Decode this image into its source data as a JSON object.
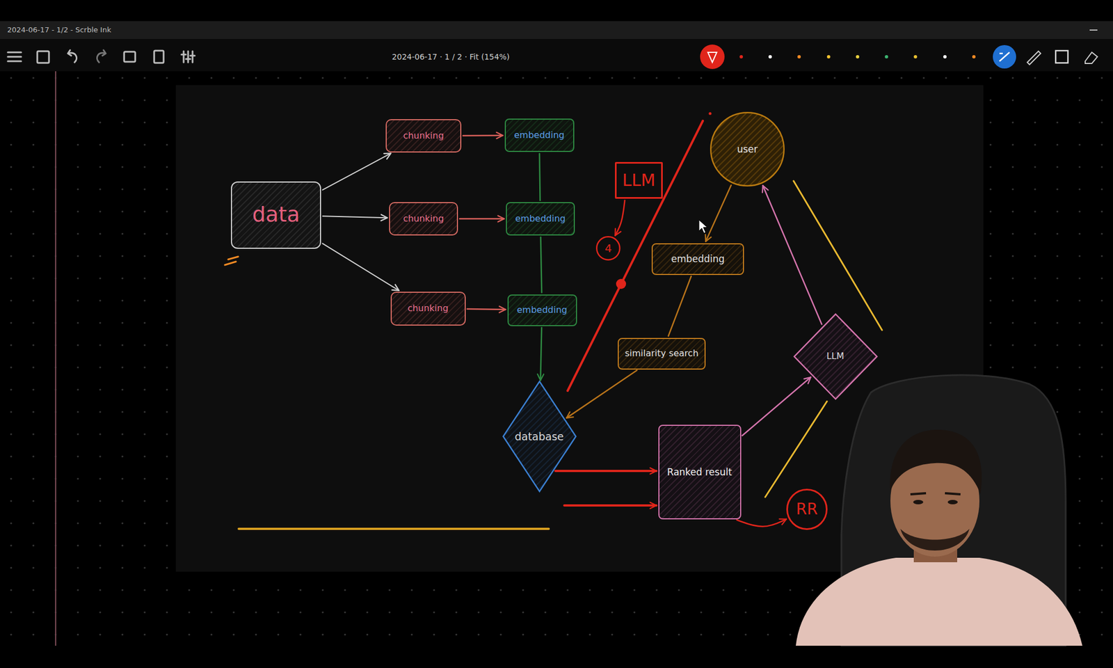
{
  "diagram": {
    "nodes": [
      {
        "text": [
          "data"
        ]
      },
      {
        "text": [
          "chunking"
        ]
      },
      {
        "text": [
          "chunking"
        ]
      },
      {
        "text": [
          "chunking"
        ]
      },
      {
        "text": [
          "embedding"
        ]
      },
      {
        "text": [
          "embedding"
        ]
      },
      {
        "text": [
          "embedding"
        ]
      },
      {
        "text": [
          "database"
        ]
      },
      {
        "text": [
          "LLM"
        ]
      },
      {
        "text": [
          "4"
        ]
      },
      {
        "text": [
          "user"
        ]
      },
      {
        "text": [
          "embedding"
        ]
      },
      {
        "text": [
          "similarity search"
        ]
      },
      {
        "text": [
          "Ranked result"
        ]
      },
      {
        "text": [
          "LLM"
        ]
      },
      {
        "text": [
          "RR"
        ]
      }
    ],
    "edges": [
      {
        "from": 0,
        "to": 1,
        "arrow": "to"
      },
      {
        "from": 0,
        "to": 2,
        "arrow": "to"
      },
      {
        "from": 0,
        "to": 3,
        "arrow": "to"
      },
      {
        "from": 1,
        "to": 4,
        "arrow": "to"
      },
      {
        "from": 2,
        "to": 5,
        "arrow": "to"
      },
      {
        "from": 3,
        "to": 6,
        "arrow": "to"
      },
      {
        "from": 4,
        "to": 5,
        "arrow": "none"
      },
      {
        "from": 5,
        "to": 6,
        "arrow": "none"
      },
      {
        "from": 6,
        "to": 7,
        "arrow": "to"
      },
      {
        "from": 10,
        "to": 11,
        "arrow": "to"
      },
      {
        "from": 11,
        "to": 12,
        "arrow": "none"
      },
      {
        "from": 12,
        "to": 7,
        "arrow": "to"
      },
      {
        "from": 7,
        "to": 13,
        "arrow": "to"
      },
      {
        "from": 7,
        "to": 13,
        "arrow": "to"
      },
      {
        "from": 13,
        "to": 14,
        "arrow": "to"
      },
      {
        "from": 14,
        "to": 10,
        "arrow": "to"
      },
      {
        "from": 13,
        "to": 15,
        "arrow": "to"
      },
      {
        "from": 8,
        "to": 9,
        "arrow": "to"
      }
    ],
    "labels": [
      "2024-06-17 - 1/2 - Scrble Ink",
      "2024-06-17 · 1 / 2 · Fit (154%)"
    ]
  }
}
